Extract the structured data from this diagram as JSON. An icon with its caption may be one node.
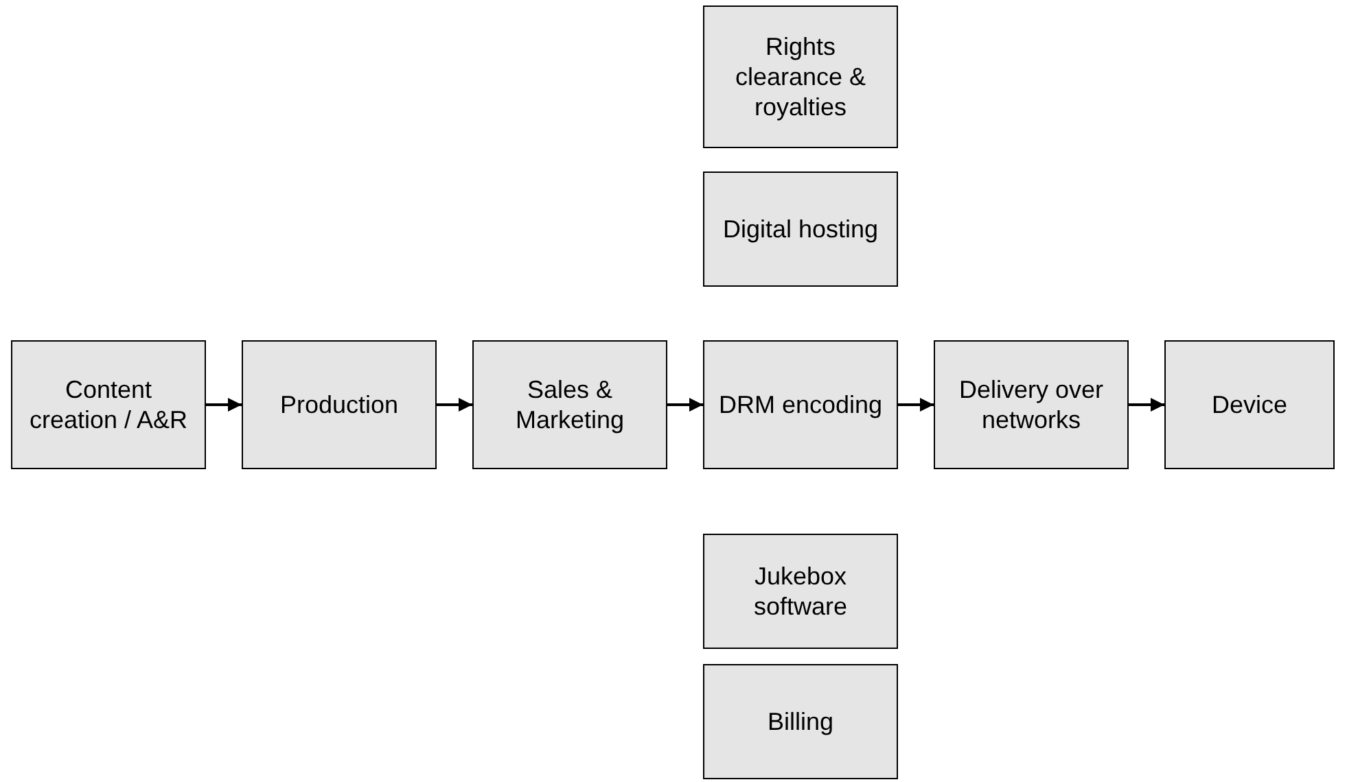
{
  "diagram": {
    "nodes": [
      {
        "text": [
          "Rights clearance & royalties"
        ]
      },
      {
        "text": [
          "Digital hosting"
        ]
      },
      {
        "text": [
          "Content creation / A&R"
        ]
      },
      {
        "text": [
          "Production"
        ]
      },
      {
        "text": [
          "Sales & Marketing"
        ]
      },
      {
        "text": [
          "DRM encoding"
        ]
      },
      {
        "text": [
          "Delivery over networks"
        ]
      },
      {
        "text": [
          "Device"
        ]
      },
      {
        "text": [
          "Jukebox software"
        ]
      },
      {
        "text": [
          "Billing"
        ]
      }
    ],
    "edges": [
      {
        "from": 2,
        "to": 3,
        "arrow": "to"
      },
      {
        "from": 3,
        "to": 4,
        "arrow": "to"
      },
      {
        "from": 4,
        "to": 5,
        "arrow": "to"
      },
      {
        "from": 5,
        "to": 6,
        "arrow": "to"
      },
      {
        "from": 6,
        "to": 7,
        "arrow": "to"
      }
    ]
  }
}
